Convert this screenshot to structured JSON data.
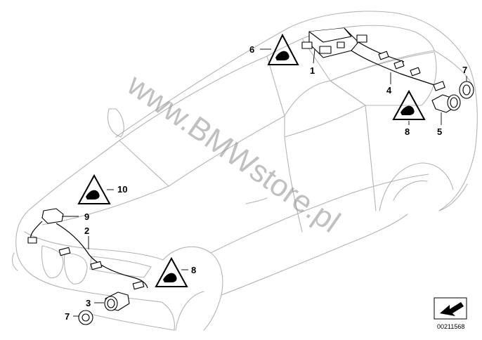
{
  "watermark": "www.BMWstore.pl",
  "diagram_code": "00211568",
  "callouts": [
    "1",
    "2",
    "3",
    "4",
    "5",
    "6",
    "7",
    "7",
    "8",
    "8",
    "9",
    "10"
  ]
}
